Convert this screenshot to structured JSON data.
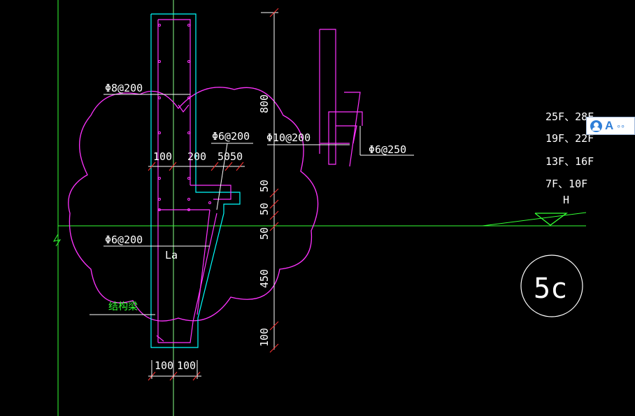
{
  "drawing": {
    "rebar_labels": {
      "top_left": "Φ8@200",
      "middle_left": "Φ6@200",
      "bottom_left": "Φ6@200",
      "right_a": "Φ10@200",
      "right_b": "Φ6@250"
    },
    "horizontal_dims": {
      "d1": "100",
      "d2": "200",
      "d3": "5050",
      "bottom_a": "100",
      "bottom_b": "100"
    },
    "vertical_dims": [
      "800",
      "50",
      "50",
      "50",
      "450",
      "100"
    ],
    "anchor_label": "La",
    "beam_label": "结构梁",
    "floors": [
      "25F、28F",
      "19F、22F",
      "13F、16F",
      "7F、10F"
    ],
    "elevation_symbol": "H",
    "detail_id": "5c",
    "colors": {
      "background": "#000000",
      "dimension": "#ffffff",
      "section_outline": "#00ffff",
      "rebar": "#ff33ff",
      "cloud": "#ff33ff",
      "axis": "#33ff33",
      "dim_tick": "#ff3333"
    }
  },
  "toolbar": {
    "icons": [
      "user-icon",
      "letter-a-icon",
      "more-dots-icon"
    ],
    "letter": "A"
  }
}
